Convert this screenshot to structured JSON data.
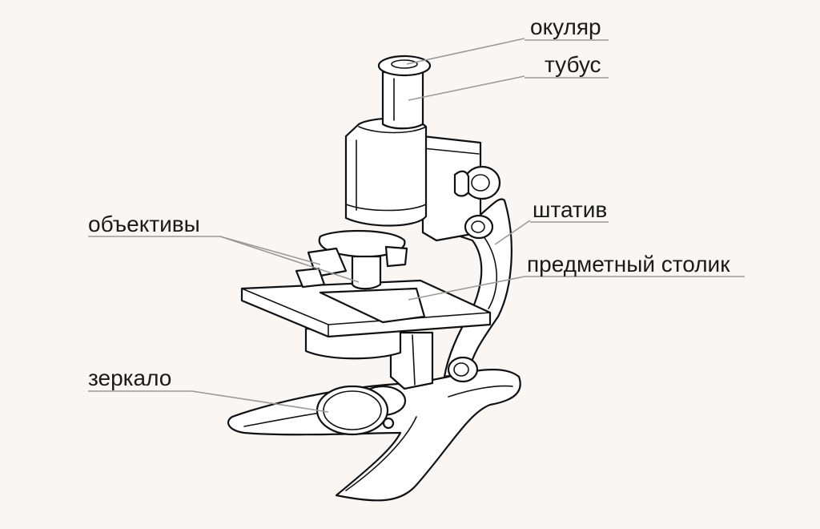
{
  "labels": {
    "eyepiece": "окуляр",
    "tube": "тубус",
    "stand": "штатив",
    "objectives": "объективы",
    "stage": "предметный столик",
    "mirror": "зеркало"
  },
  "colors": {
    "background": "#faf6f3",
    "ink": "#111111",
    "leader": "#9a9a9a",
    "text": "#1a1a1a"
  }
}
